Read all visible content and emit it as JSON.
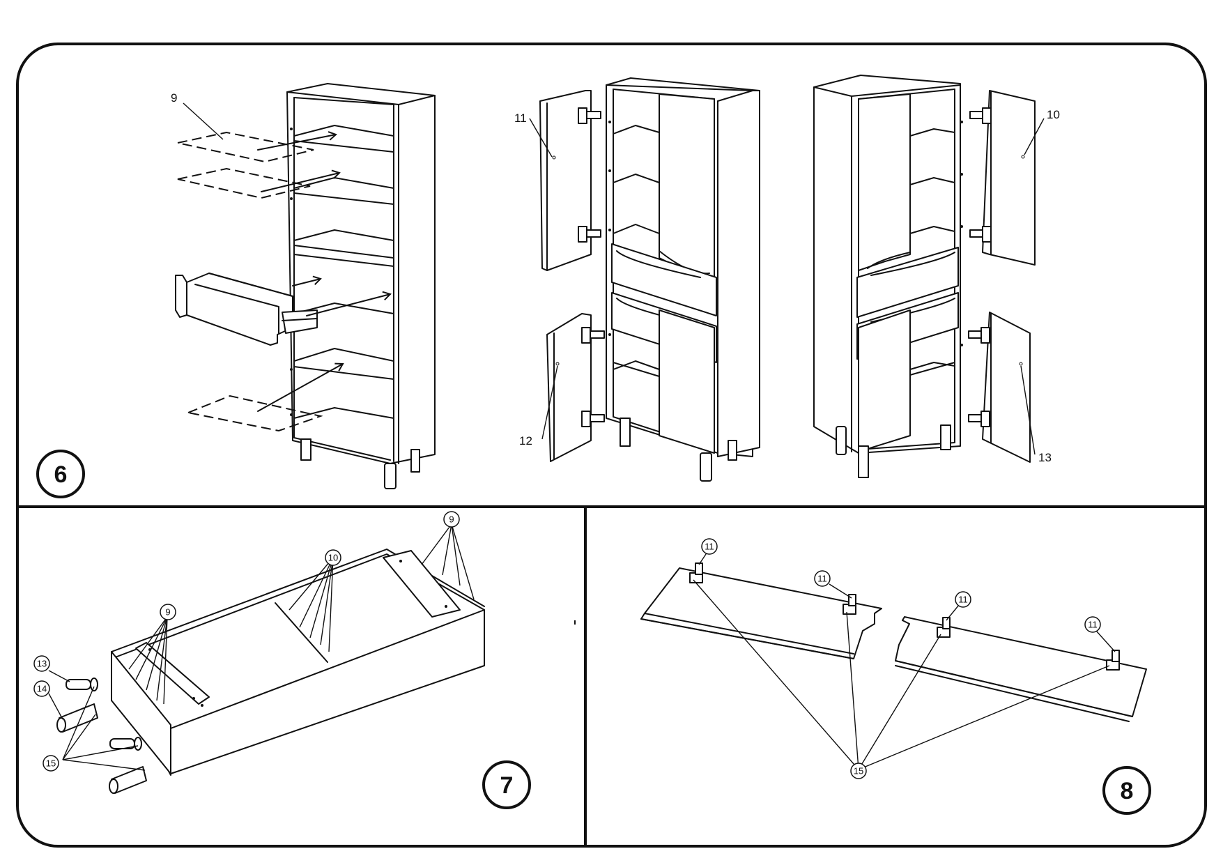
{
  "panels": {
    "step6": {
      "number": "6"
    },
    "step7": {
      "number": "7"
    },
    "step8": {
      "number": "8"
    }
  },
  "parts": {
    "p9": "9",
    "p10": "10",
    "p11": "11",
    "p12": "12",
    "p13": "13",
    "p14": "14",
    "p15": "15"
  }
}
